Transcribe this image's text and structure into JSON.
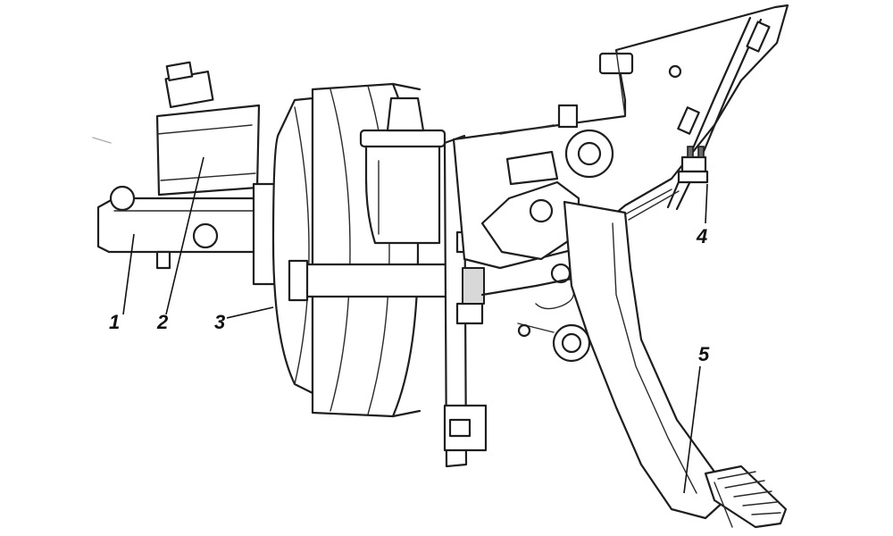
{
  "callouts": [
    {
      "id": "1",
      "label": "1"
    },
    {
      "id": "2",
      "label": "2"
    },
    {
      "id": "3",
      "label": "3"
    },
    {
      "id": "4",
      "label": "4"
    },
    {
      "id": "5",
      "label": "5"
    }
  ],
  "colors": {
    "ink": "#1e1e1e",
    "background": "#ffffff",
    "shade": "#d8d8d8"
  }
}
